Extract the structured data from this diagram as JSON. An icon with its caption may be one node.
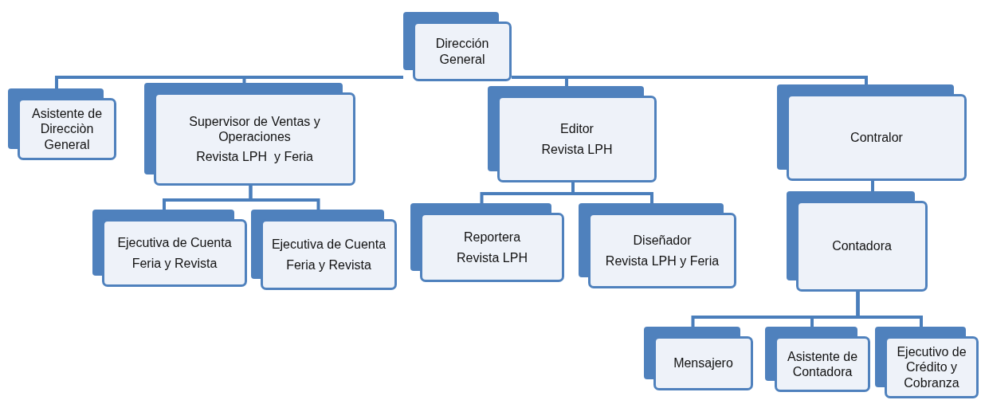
{
  "diagram": {
    "nodes": [
      {
        "text": [
          "Dirección General"
        ]
      },
      {
        "text": [
          "Asistente de Direcciòn General"
        ]
      },
      {
        "text": [
          "Supervisor de Ventas y Operaciones",
          "Revista LPH  y Feria"
        ]
      },
      {
        "text": [
          "Editor",
          "Revista LPH"
        ]
      },
      {
        "text": [
          "Contralor"
        ]
      },
      {
        "text": [
          "Ejecutiva de Cuenta",
          "Feria y Revista"
        ]
      },
      {
        "text": [
          "Ejecutiva de Cuenta",
          "Feria y Revista"
        ]
      },
      {
        "text": [
          "Reportera",
          "Revista LPH"
        ]
      },
      {
        "text": [
          "Diseñador",
          "Revista LPH y Feria"
        ]
      },
      {
        "text": [
          "Contadora"
        ]
      },
      {
        "text": [
          "Mensajero"
        ]
      },
      {
        "text": [
          "Asistente de Contadora"
        ]
      },
      {
        "text": [
          "Ejecutivo de Crédito y Cobranza"
        ]
      }
    ],
    "edges": [
      {
        "from": 0,
        "to": 1,
        "arrow": "none"
      },
      {
        "from": 0,
        "to": 2,
        "arrow": "none"
      },
      {
        "from": 0,
        "to": 3,
        "arrow": "none"
      },
      {
        "from": 0,
        "to": 4,
        "arrow": "none"
      },
      {
        "from": 2,
        "to": 5,
        "arrow": "none"
      },
      {
        "from": 2,
        "to": 6,
        "arrow": "none"
      },
      {
        "from": 3,
        "to": 7,
        "arrow": "none"
      },
      {
        "from": 3,
        "to": 8,
        "arrow": "none"
      },
      {
        "from": 4,
        "to": 9,
        "arrow": "none"
      },
      {
        "from": 9,
        "to": 10,
        "arrow": "none"
      },
      {
        "from": 9,
        "to": 11,
        "arrow": "none"
      },
      {
        "from": 9,
        "to": 12,
        "arrow": "none"
      }
    ]
  }
}
